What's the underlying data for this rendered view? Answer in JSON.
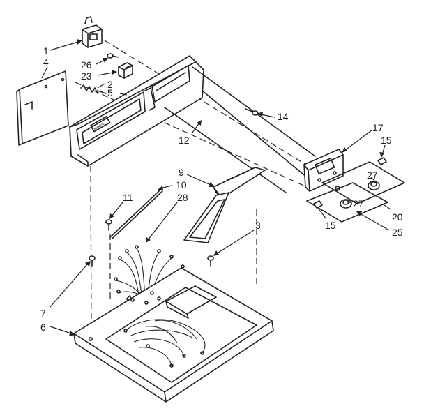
{
  "diagram": {
    "callouts": [
      {
        "id": "c1",
        "label": "1"
      },
      {
        "id": "c4",
        "label": "4"
      },
      {
        "id": "c26",
        "label": "26"
      },
      {
        "id": "c23",
        "label": "23"
      },
      {
        "id": "c2",
        "label": "2"
      },
      {
        "id": "c5",
        "label": "5"
      },
      {
        "id": "c14",
        "label": "14"
      },
      {
        "id": "c17",
        "label": "17"
      },
      {
        "id": "c15a",
        "label": "15"
      },
      {
        "id": "c12",
        "label": "12"
      },
      {
        "id": "c9",
        "label": "9"
      },
      {
        "id": "c10",
        "label": "10"
      },
      {
        "id": "c11",
        "label": "11"
      },
      {
        "id": "c28",
        "label": "28"
      },
      {
        "id": "c27a",
        "label": "27"
      },
      {
        "id": "c27b",
        "label": "27"
      },
      {
        "id": "c20",
        "label": "20"
      },
      {
        "id": "c15b",
        "label": "15"
      },
      {
        "id": "c25",
        "label": "25"
      },
      {
        "id": "c3",
        "label": "3"
      },
      {
        "id": "c7",
        "label": "7"
      },
      {
        "id": "c6",
        "label": "6"
      }
    ]
  }
}
